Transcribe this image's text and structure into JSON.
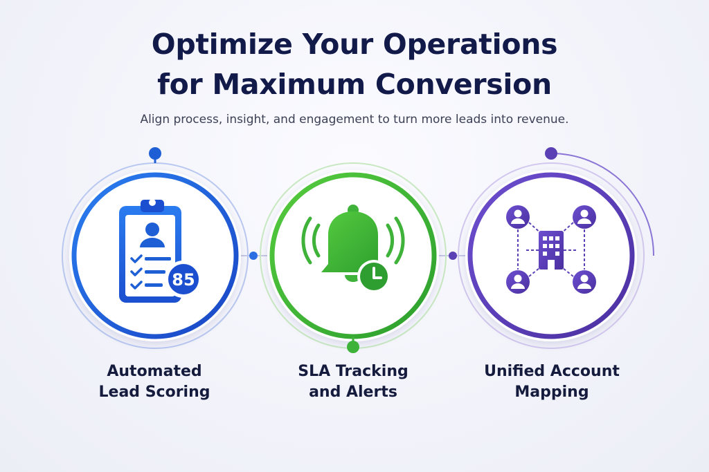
{
  "header": {
    "title_line1": "Optimize Your Operations",
    "title_line2": "for Maximum Conversion",
    "subtitle": "Align process, insight, and engagement to turn more leads into revenue."
  },
  "steps": [
    {
      "label_line1": "Automated",
      "label_line2": "Lead Scoring",
      "icon": "clipboard-lead-score-icon",
      "badge_value": "85",
      "color": "#1f5fd6"
    },
    {
      "label_line1": "SLA Tracking",
      "label_line2": "and Alerts",
      "icon": "bell-clock-icon",
      "color": "#3fb23a"
    },
    {
      "label_line1": "Unified Account",
      "label_line2": "Mapping",
      "icon": "account-network-icon",
      "color": "#5a3fb5"
    }
  ]
}
